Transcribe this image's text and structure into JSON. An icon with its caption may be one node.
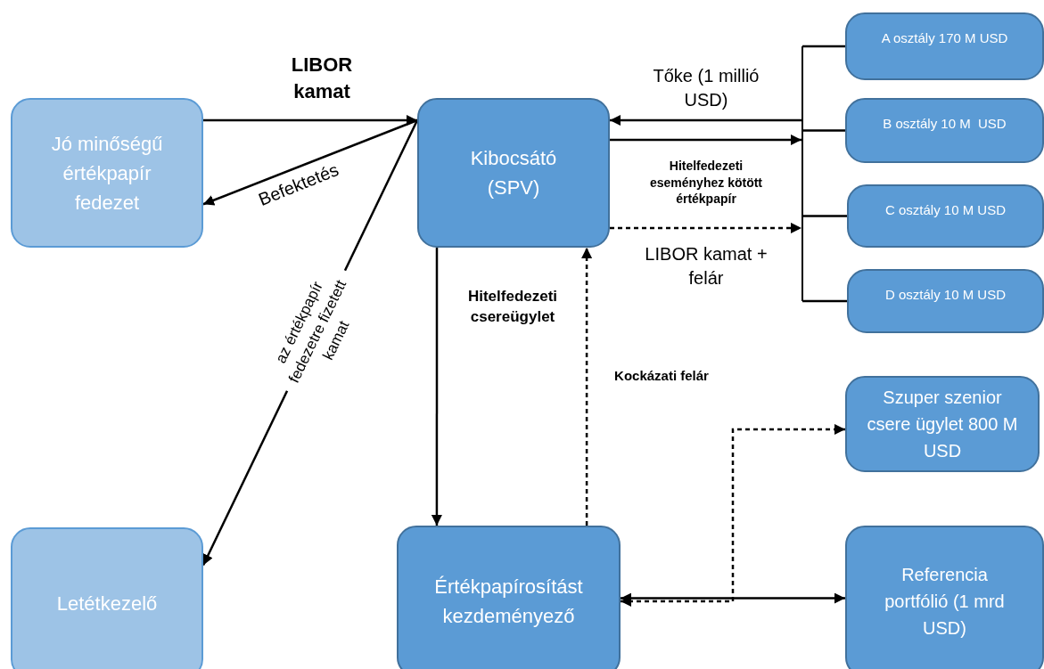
{
  "diagram": {
    "nodes": [
      {
        "text": [
          "Jó minőségű értékpapír fedezet"
        ]
      },
      {
        "text": [
          "Kibocsátó (SPV)"
        ]
      },
      {
        "text": [
          "A osztály 170 M USD"
        ]
      },
      {
        "text": [
          "B osztály 10 M  USD"
        ]
      },
      {
        "text": [
          "C osztály 10 M USD"
        ]
      },
      {
        "text": [
          "D osztály 10 M USD"
        ]
      },
      {
        "text": [
          "Letétkezelő"
        ]
      },
      {
        "text": [
          "Értékpapírosítást kezdeményező"
        ]
      },
      {
        "text": [
          "Szuper szenior csere ügylet 800 M USD"
        ]
      },
      {
        "text": [
          "Referencia portfólió (1 mrd USD)"
        ]
      },
      {
        "text": [],
        "shape": "bar"
      }
    ],
    "edges": [
      {
        "from": 0,
        "to": 1,
        "arrow": "to",
        "label": "LIBOR kamat"
      },
      {
        "from": 1,
        "to": 0,
        "arrow": "to",
        "label": "Befektetés"
      },
      {
        "from": 1,
        "to": 6,
        "arrow": "to",
        "label": "az értékpapír fedezetre fizetett kamat"
      },
      {
        "from": 10,
        "to": 1,
        "arrow": "to",
        "label": "Tőke (1 millió USD)"
      },
      {
        "from": 1,
        "to": 10,
        "arrow": "to",
        "label": "Hitelfedezeti eseményhez kötött értékpapír"
      },
      {
        "from": 1,
        "to": 10,
        "arrow": "to",
        "style": "dashed",
        "label": "LIBOR kamat + felár"
      },
      {
        "from": 10,
        "to": 2,
        "arrow": "none"
      },
      {
        "from": 10,
        "to": 3,
        "arrow": "none"
      },
      {
        "from": 10,
        "to": 4,
        "arrow": "none"
      },
      {
        "from": 10,
        "to": 5,
        "arrow": "none"
      },
      {
        "from": 1,
        "to": 7,
        "arrow": "to",
        "label": "Hitelfedezeti csereügylet"
      },
      {
        "from": 7,
        "to": 1,
        "arrow": "to",
        "style": "dashed",
        "label": "Kockázati felár"
      },
      {
        "from": 7,
        "to": 9,
        "arrow": "both"
      },
      {
        "from": 7,
        "to": 8,
        "arrow": "both",
        "style": "dashed"
      }
    ]
  }
}
